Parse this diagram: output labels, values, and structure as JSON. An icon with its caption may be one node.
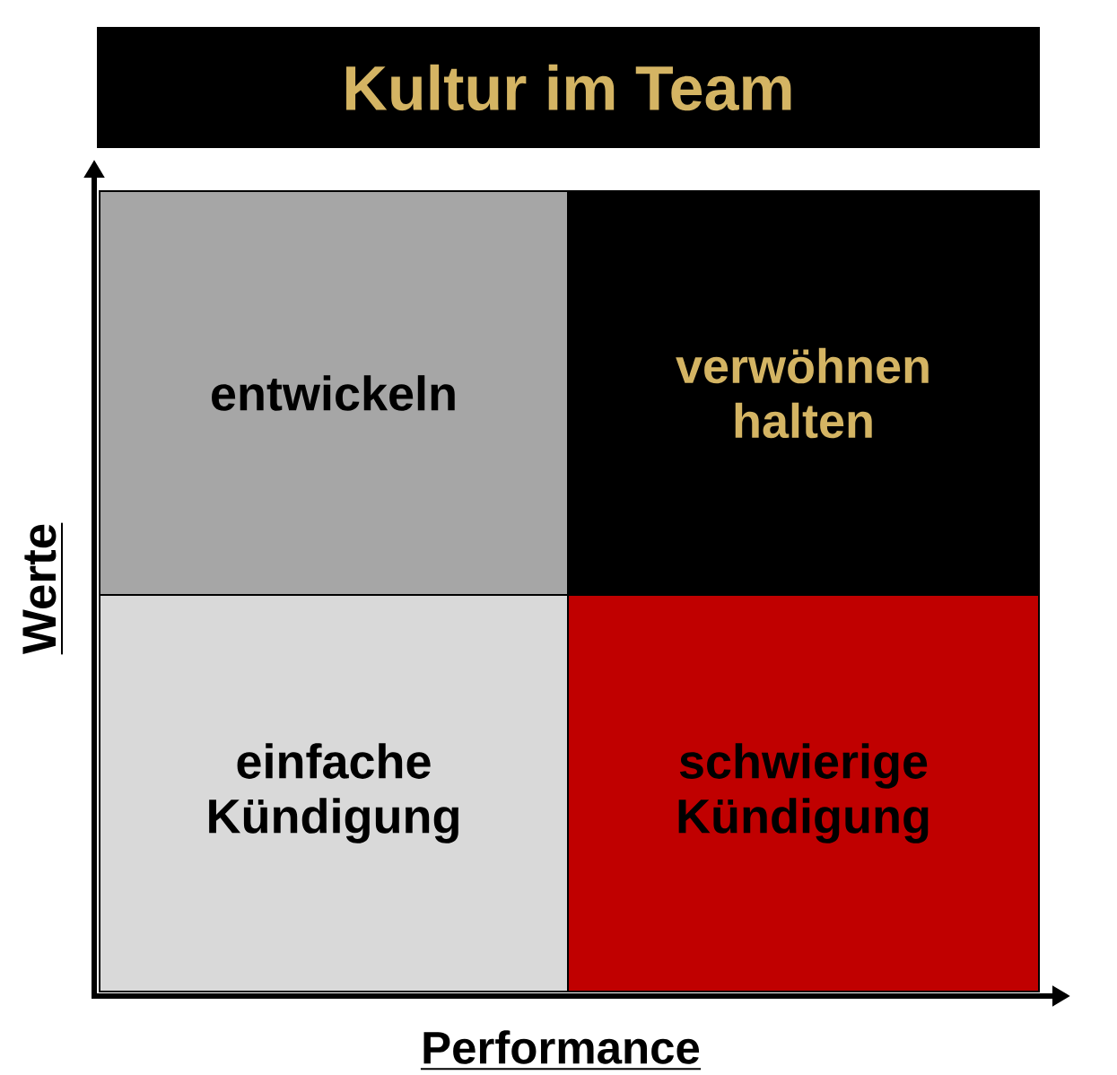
{
  "diagram": {
    "title": "Kultur im Team",
    "nodes": [
      {
        "text": [
          "entwickeln"
        ]
      },
      {
        "text": [
          "verwöhnen halten"
        ]
      },
      {
        "text": [
          "einfache Kündigung"
        ]
      },
      {
        "text": [
          "schwierige Kündigung"
        ]
      }
    ],
    "labels": [
      "Werte",
      "Performance"
    ]
  }
}
